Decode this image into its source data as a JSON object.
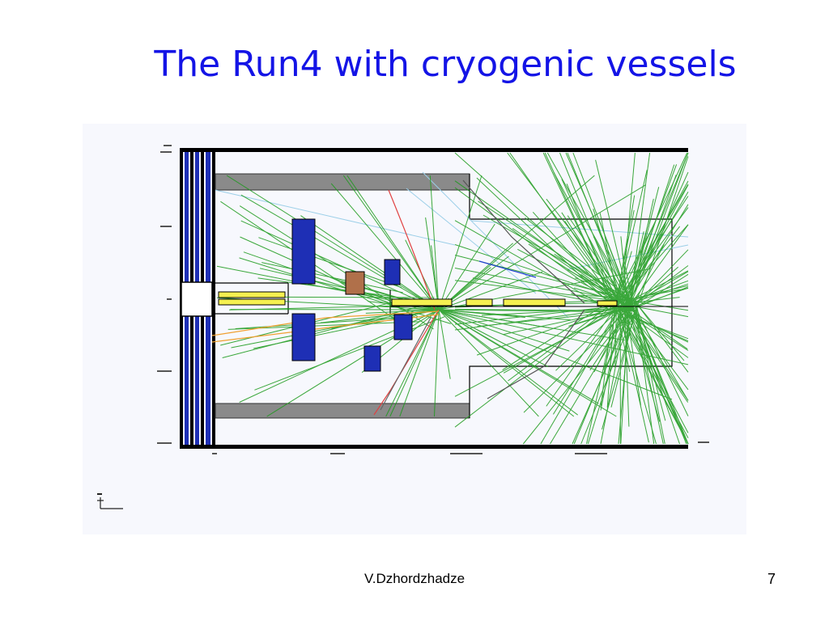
{
  "slide": {
    "title": "The Run4 with cryogenic vessels",
    "author": "V.Dzhordzhadze",
    "page_number": "7"
  },
  "figure": {
    "description_icon": "detector-event-display",
    "colors": {
      "tracks_green": "#1a9a1a",
      "tracks_light_blue": "#9ccfe8",
      "tracks_red": "#e04040",
      "tracks_orange": "#f0a030",
      "magnet_blue": "#1e2fb5",
      "absorber_brown": "#b0704a",
      "vessel_yellow": "#f5f050",
      "wall_gray": "#8a8a8a"
    }
  }
}
